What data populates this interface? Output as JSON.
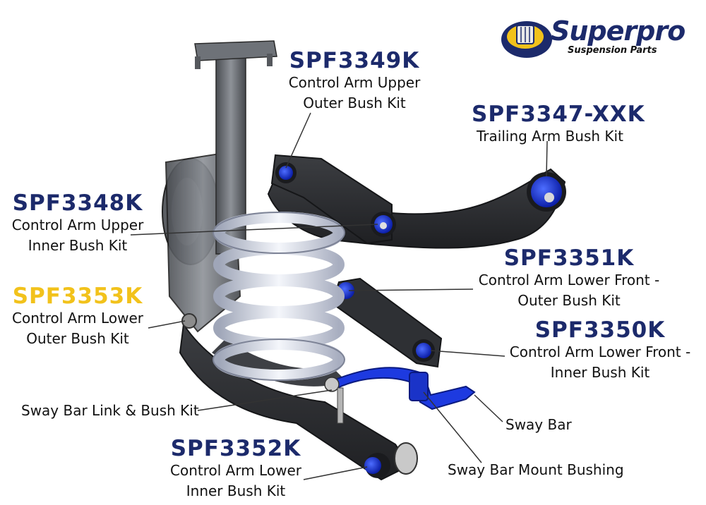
{
  "brand": {
    "name": "Superpro",
    "tagline": "Suspension Parts",
    "colors": {
      "navy": "#1c2a6b",
      "gold": "#f2c21b",
      "highlight_code": "#f2c21b",
      "bush": "#1f3fd6"
    }
  },
  "callouts": [
    {
      "code": "SPF3349K",
      "line1": "Control Arm Upper",
      "line2": "Outer Bush Kit"
    },
    {
      "code": "SPF3347-XXK",
      "line1": "Trailing Arm Bush Kit",
      "line2": ""
    },
    {
      "code": "SPF3348K",
      "line1": "Control Arm Upper",
      "line2": "Inner Bush Kit"
    },
    {
      "code": "SPF3351K",
      "line1": "Control Arm Lower Front -",
      "line2": "Outer Bush Kit"
    },
    {
      "code": "SPF3353K",
      "line1": "Control Arm Lower",
      "line2": "Outer Bush Kit"
    },
    {
      "code": "SPF3350K",
      "line1": "Control Arm Lower Front -",
      "line2": "Inner Bush Kit"
    },
    {
      "code": "SPF3352K",
      "line1": "Control Arm Lower",
      "line2": "Inner Bush Kit"
    }
  ],
  "labels": {
    "sway_link": "Sway Bar Link & Bush Kit",
    "sway_bar": "Sway Bar",
    "sway_mount": "Sway Bar Mount Bushing"
  }
}
